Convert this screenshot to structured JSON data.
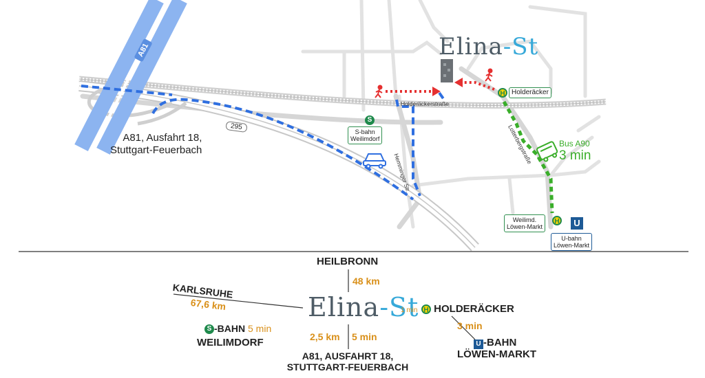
{
  "brand": {
    "part1": "Elina",
    "dash": "-",
    "part2": "St"
  },
  "map": {
    "motorway_shield": "A81",
    "road_shield_295": "295",
    "exit_line1": "A81, Ausfahrt 18,",
    "exit_line2": "Stuttgart-Feuerbach",
    "street_holderaecker": "Holderäckerstraße",
    "street_hemminger": "Hemminger Str.",
    "street_lotterberg": "Lotterbergstraße",
    "sbahn_symbol": "S",
    "sbahn_line1": "S-bahn",
    "sbahn_line2": "Weilimdorf",
    "stop_holderaecker": "Holderäcker",
    "bus_line": "Bus A90",
    "bus_time": "3 min",
    "stop_symbol": "H",
    "stop_loewen_line1": "Weilimd.",
    "stop_loewen_line2": "Löwen-Markt",
    "ubahn_symbol": "U",
    "ubahn_line1": "U-bahn",
    "ubahn_line2": "Löwen-Markt"
  },
  "legend": {
    "heilbronn": "HEILBRONN",
    "heilbronn_dist": "48 km",
    "karlsruhe": "KARLSRUHE",
    "karlsruhe_dist": "67,6 km",
    "sbahn_symbol": "S",
    "sbahn_label": "-BAHN",
    "sbahn_time": "5 min",
    "sbahn_station": "WEILIMDORF",
    "highway_dist": "2,5 km",
    "highway_time": "5 min",
    "highway_line1": "A81, AUSFAHRT 18,",
    "highway_line2": "STUTTGART-FEUERBACH",
    "holder_time": "1 min",
    "holder_symbol": "H",
    "holder_label": "HOLDERÄCKER",
    "ubahn_time": "3 min",
    "ubahn_symbol": "U",
    "ubahn_label": "-BAHN",
    "ubahn_station": "LÖWEN-MARKT"
  },
  "colors": {
    "car_route": "#2f6fe0",
    "walk_route": "#e53030",
    "bus_route": "#3aae2a",
    "motorway": "#8cb4f0",
    "brand_blue": "#37a9d9",
    "orange": "#d9901a"
  }
}
